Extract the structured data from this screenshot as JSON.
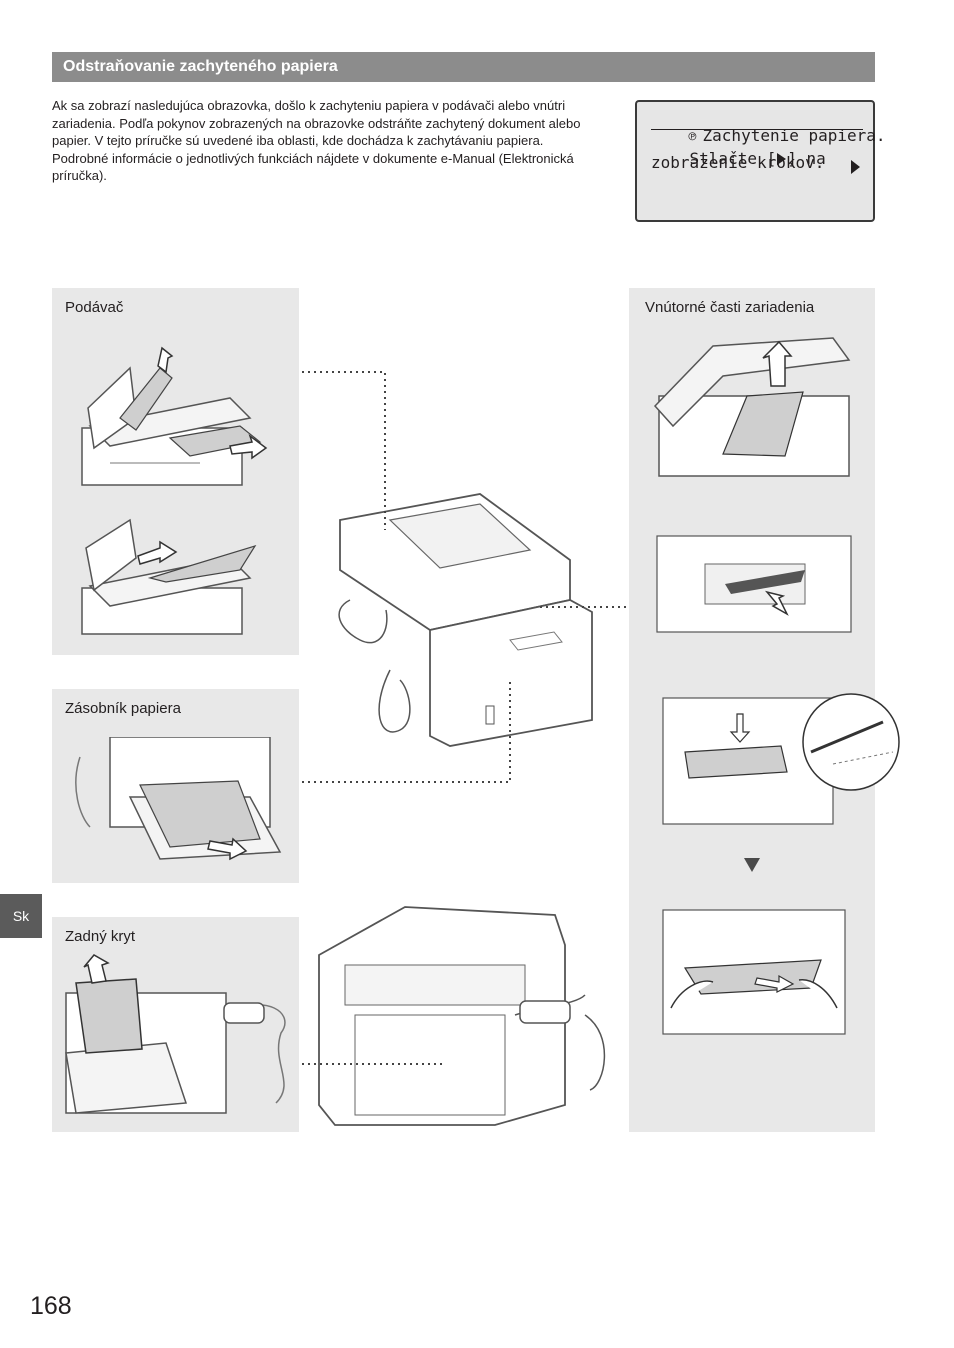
{
  "header": {
    "title": "Odstraňovanie zachyteného papiera"
  },
  "intro": {
    "text": "Ak sa zobrazí nasledujúca obrazovka, došlo k zachyteniu papiera v podávači alebo vnútri zariadenia. Podľa pokynov zobrazených na obrazovke odstráňte zachytený dokument alebo papier. V tejto príručke sú uvedené iba oblasti, kde dochádza k zachytávaniu papiera. Podrobné informácie o jednotlivých funkciách nájdete v dokumente e-Manual (Elektronická príručka)."
  },
  "lcd": {
    "icon": "paper-jam-icon",
    "line1": "Zachytenie papiera.",
    "line2_before": "Stlačte [",
    "line2_after": "] na",
    "line3": "zobrazenie krokov."
  },
  "panels": {
    "feeder": {
      "label": "Podávač"
    },
    "paper_drawer": {
      "label": "Zásobník papiera"
    },
    "back_cover": {
      "label": "Zadný kryt"
    },
    "inside": {
      "label": "Vnútorné časti zariadenia"
    }
  },
  "side_tab": {
    "label": "Sk"
  },
  "page_number": "168",
  "colors": {
    "header_bg": "#8c8c8c",
    "panel_bg": "#e8e8e8",
    "tab_bg": "#5b5b5b",
    "line_art": "#555555",
    "paper": "#cfcfcf"
  }
}
